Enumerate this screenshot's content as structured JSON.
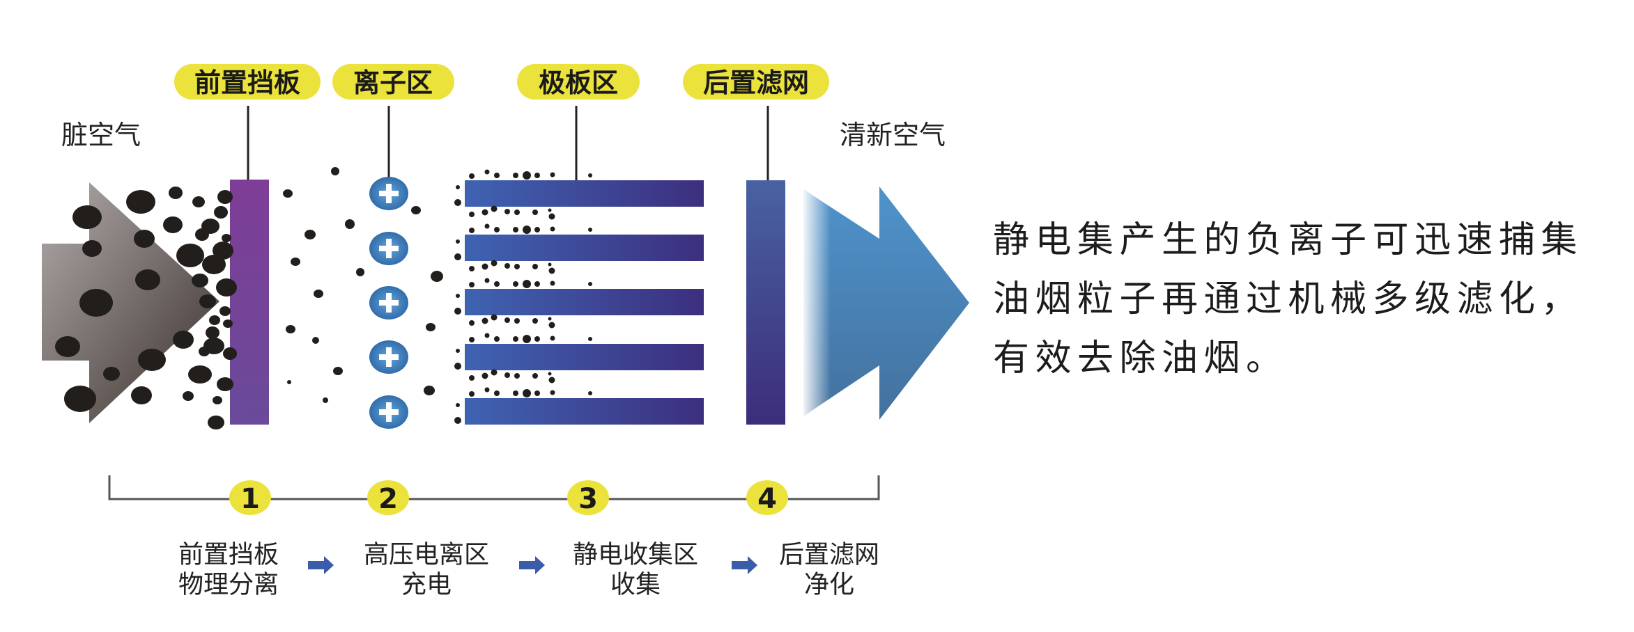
{
  "diagram": {
    "input_label": "脏空气",
    "output_label": "清新空气",
    "stages": [
      {
        "tag": "前置挡板",
        "number": "1",
        "title": "前置挡板",
        "action": "物理分离"
      },
      {
        "tag": "离子区",
        "number": "2",
        "title": "高压电离区",
        "action": "充电"
      },
      {
        "tag": "极板区",
        "number": "3",
        "title": "静电收集区",
        "action": "收集"
      },
      {
        "tag": "后置滤网",
        "number": "4",
        "title": "后置滤网",
        "action": "净化"
      }
    ],
    "icons": {
      "ion": "plus-icon",
      "step_connector": "arrow-right-icon",
      "airflow_in": "dirty-air-arrow",
      "airflow_out": "clean-air-arrow"
    }
  },
  "description": {
    "lines": [
      "静电集产生的负离子可迅速捕集",
      "油烟粒子再通过机械多级滤化，",
      "有效去除油烟。"
    ]
  },
  "colors": {
    "pill": "#ebe33c",
    "baffle_top": "#7e3d96",
    "baffle_bottom": "#6a4a9a",
    "ion_center": "#62a6da",
    "ion_edge": "#2d67a6",
    "plate_left": "#3f63b2",
    "plate_right": "#3c2f7e",
    "filter_top": "#4862a2",
    "filter_bottom": "#3c2d7a",
    "clean_arrow_top": "#4f93cc",
    "clean_arrow_bottom": "#43719e",
    "dirty_arrow_light": "#b2acab",
    "dirty_arrow_dark": "#382e2a",
    "particle": "#221e1b",
    "step_arrow": "#3b5ca9",
    "bracket": "#555555"
  }
}
